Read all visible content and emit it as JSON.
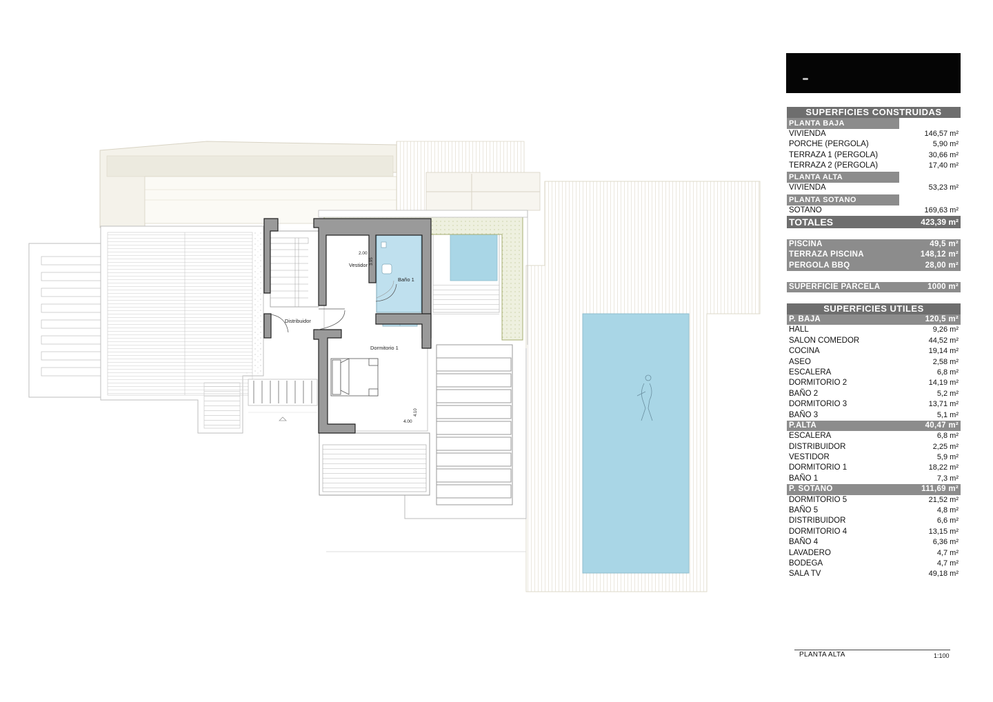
{
  "plan_labels": {
    "vestidor": "Vestidor",
    "bano1": "Baño 1",
    "distribuidor": "Distribuidor",
    "dormitorio1": "Dormitorio 1",
    "dim_200": "2.00",
    "dim_395": "3.95",
    "dim_400": "4.00",
    "dim_410": "4.10"
  },
  "construidas": {
    "title": "SUPERFICIES CONSTRUIDAS",
    "planta_baja": {
      "label": "PLANTA BAJA",
      "rows": [
        {
          "name": "VIVIENDA",
          "value": "146,57 m²"
        },
        {
          "name": "PORCHE (PERGOLA)",
          "value": "5,90 m²"
        },
        {
          "name": "TERRAZA 1 (PERGOLA)",
          "value": "30,66 m²"
        },
        {
          "name": "TERRAZA 2 (PERGOLA)",
          "value": "17,40 m²"
        }
      ]
    },
    "planta_alta": {
      "label": "PLANTA ALTA",
      "rows": [
        {
          "name": "VIVIENDA",
          "value": "53,23 m²"
        }
      ]
    },
    "planta_sotano": {
      "label": "PLANTA SOTANO",
      "rows": [
        {
          "name": "SOTANO",
          "value": "169,63 m²"
        }
      ]
    },
    "totales": {
      "label": "TOTALES",
      "value": "423,39 m²"
    }
  },
  "extras": [
    {
      "name": "PISCINA",
      "value": "49,5 m²"
    },
    {
      "name": "TERRAZA PISCINA",
      "value": "148,12 m²"
    },
    {
      "name": "PERGOLA BBQ",
      "value": "28,00 m²"
    }
  ],
  "parcela": {
    "name": "SUPERFICIE PARCELA",
    "value": "1000 m²"
  },
  "utiles": {
    "title": "SUPERFICIES UTILES",
    "p_baja": {
      "label": "P. BAJA",
      "value": "120,5 m²",
      "rows": [
        {
          "name": "HALL",
          "value": "9,26 m²"
        },
        {
          "name": "SALON COMEDOR",
          "value": "44,52 m²"
        },
        {
          "name": "COCINA",
          "value": "19,14 m²"
        },
        {
          "name": "ASEO",
          "value": "2,58 m²"
        },
        {
          "name": "ESCALERA",
          "value": "6,8 m²"
        },
        {
          "name": "DORMITORIO 2",
          "value": "14,19 m²"
        },
        {
          "name": "BAÑO 2",
          "value": "5,2 m²"
        },
        {
          "name": "DORMITORIO 3",
          "value": "13,71 m²"
        },
        {
          "name": "BAÑO 3",
          "value": "5,1 m²"
        }
      ]
    },
    "p_alta": {
      "label": "P.ALTA",
      "value": "40,47 m²",
      "rows": [
        {
          "name": "ESCALERA",
          "value": "6,8 m²"
        },
        {
          "name": "DISTRIBUIDOR",
          "value": "2,25 m²"
        },
        {
          "name": "VESTIDOR",
          "value": "5,9 m²"
        },
        {
          "name": "DORMITORIO 1",
          "value": "18,22 m²"
        },
        {
          "name": "BAÑO 1",
          "value": "7,3 m²"
        }
      ]
    },
    "p_sotano": {
      "label": "P. SOTANO",
      "value": "111,69 m²",
      "rows": [
        {
          "name": "DORMITORIO 5",
          "value": "21,52 m²"
        },
        {
          "name": "BAÑO 5",
          "value": "4,8 m²"
        },
        {
          "name": "DISTRIBUIDOR",
          "value": "6,6 m²"
        },
        {
          "name": "DORMITORIO 4",
          "value": "13,15 m²"
        },
        {
          "name": "BAÑO 4",
          "value": "6,36 m²"
        },
        {
          "name": "LAVADERO",
          "value": "4,7 m²"
        },
        {
          "name": "BODEGA",
          "value": "4,7 m²"
        },
        {
          "name": "SALA TV",
          "value": "49,18 m²"
        }
      ]
    }
  },
  "footer": {
    "title": "PLANTA ALTA",
    "scale": "1:100"
  },
  "colors": {
    "header": "#6e6e6e",
    "section": "#8c8c8c",
    "pool": "#a9d6e6",
    "wall": "#9a9a9a"
  }
}
